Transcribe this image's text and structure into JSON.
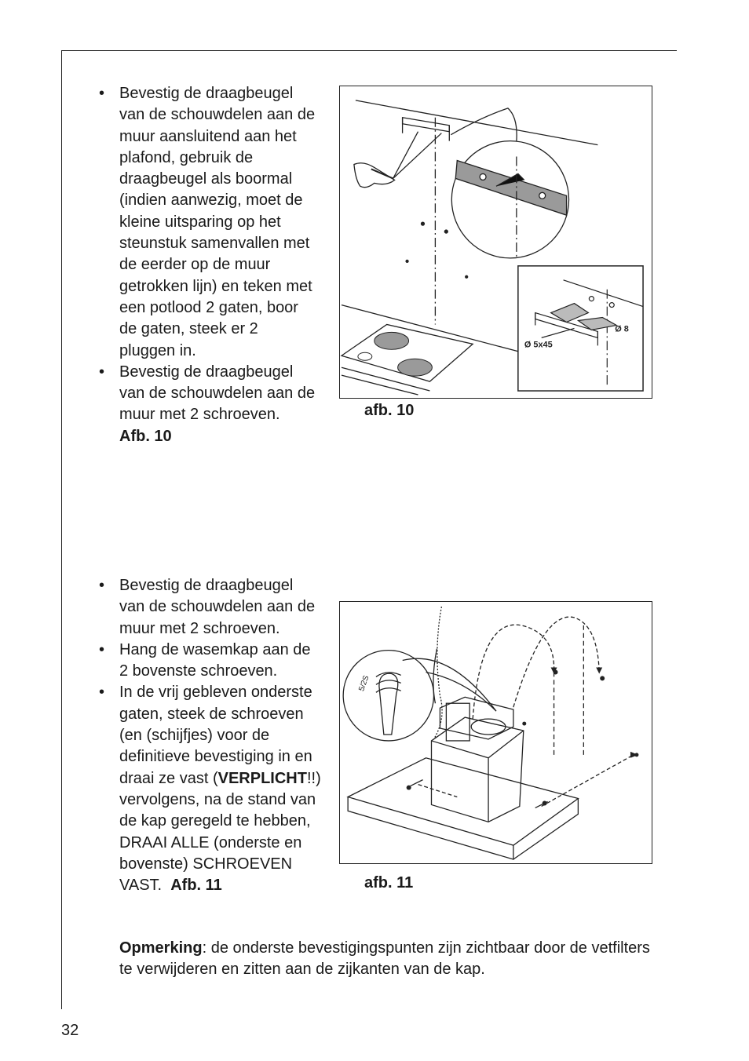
{
  "page_number": "32",
  "section1": {
    "bullets": [
      {
        "text": "Bevestig de draagbeugel van de schouwdelen aan de muur aansluitend aan het plafond, gebruik de draagbeugel als boormal (indien aanwezig, moet de kleine uitsparing op het steunstuk samenvallen met de eerder op de muur getrokken lijn) en teken met een potlood 2 gaten, boor de gaten, steek er 2 pluggen in."
      },
      {
        "text": "Bevestig de draagbeugel van de schouwdelen aan de muur met 2 schroeven.",
        "ref": "Afb. 10"
      }
    ],
    "figure_label": "afb. 10",
    "figure_dims": {
      "screw": "Ø 5x45",
      "plug": "Ø 8"
    }
  },
  "section2": {
    "bullets": [
      {
        "text": "Bevestig de draagbeugel van de schouwdelen aan de muur met 2 schroeven."
      },
      {
        "text": "Hang de wasemkap aan de 2 bovenste schroeven."
      },
      {
        "pre": "In de vrij gebleven onderste gaten, steek de schroeven (en (schijfjes) voor de definitieve bevestiging in en draai ze vast (",
        "strong": "VERPLICHT",
        "post": "!!) vervolgens, na de stand van de kap geregeld te hebben, DRAAI ALLE (onderste en bovenste) SCHROEVEN VAST.",
        "ref": "Afb. 11"
      }
    ],
    "note_label": "Opmerking",
    "note_text": ": de onderste bevestigingspunten zijn zichtbaar door de vetfilters te verwijderen en zitten aan de zijkanten van de kap.",
    "figure_label": "afb. 11"
  },
  "icons": {
    "bullet": "bullet-dot"
  }
}
